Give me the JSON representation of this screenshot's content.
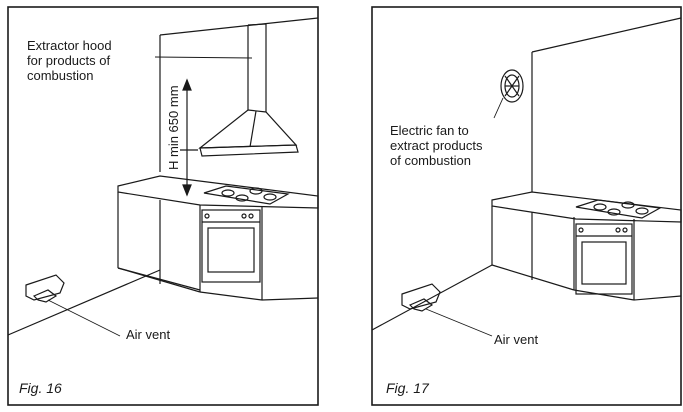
{
  "figures": [
    {
      "caption": "Fig. 16",
      "hood_label": "Extractor hood\nfor products of\ncombustion",
      "dimension_label": "H min 650 mm",
      "vent_label": "Air vent"
    },
    {
      "caption": "Fig. 17",
      "fan_label": "Electric fan to\nextract products\nof combustion",
      "vent_label": "Air vent"
    }
  ],
  "colors": {
    "line": "#1a1a1a",
    "background": "#ffffff"
  }
}
